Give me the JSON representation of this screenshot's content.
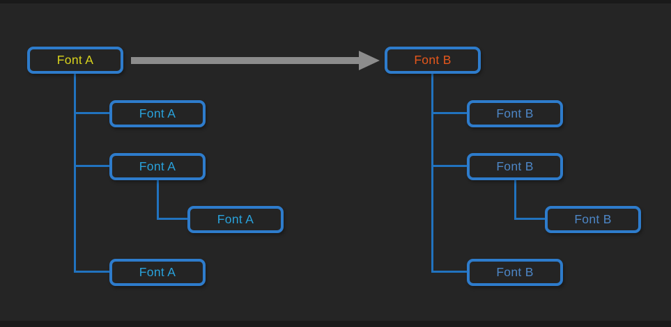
{
  "diagram": {
    "description": "Two mirrored tree hierarchies; gray arrow shows transformation from Font A tree to Font B tree"
  },
  "colors": {
    "background": "#252525",
    "letterbox": "#1a1a1a",
    "node_border": "#2e7ccc",
    "connector": "#2173bf",
    "arrow": "#8c8c8c",
    "font_a_root_text": "#d9d31d",
    "font_a_child_text": "#29a2dc",
    "font_b_root_text": "#e5571c",
    "font_b_child_text": "#4d86c6"
  },
  "arrow": {
    "name": "transform-arrow",
    "direction": "right"
  },
  "trees": [
    {
      "name": "font-a-tree",
      "nodes": [
        {
          "role": "root",
          "label": "Font A"
        },
        {
          "role": "child",
          "label": "Font A"
        },
        {
          "role": "child",
          "label": "Font A"
        },
        {
          "role": "grandchild",
          "label": "Font A"
        },
        {
          "role": "child",
          "label": "Font A"
        }
      ]
    },
    {
      "name": "font-b-tree",
      "nodes": [
        {
          "role": "root",
          "label": "Font B"
        },
        {
          "role": "child",
          "label": "Font B"
        },
        {
          "role": "child",
          "label": "Font B"
        },
        {
          "role": "grandchild",
          "label": "Font B"
        },
        {
          "role": "child",
          "label": "Font B"
        }
      ]
    }
  ]
}
